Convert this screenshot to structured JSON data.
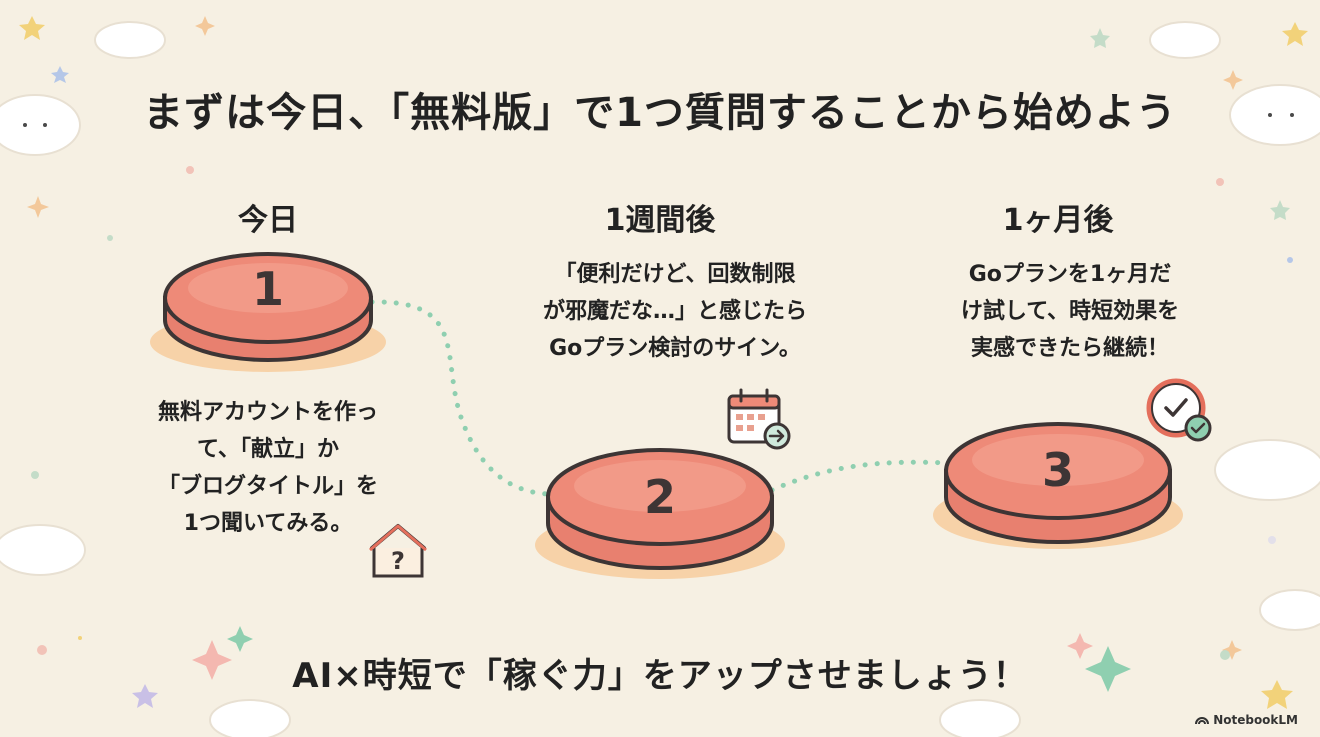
{
  "title": "まずは今日、「無料版」で1つ質問することから始めよう",
  "steps": [
    {
      "label": "今日",
      "number": "1",
      "description": [
        "無料アカウントを作っ",
        "て、「献立」か",
        "「ブログタイトル」を",
        "1つ聞いてみる。"
      ],
      "icon": "house-question-icon"
    },
    {
      "label": "1週間後",
      "number": "2",
      "description": [
        "「便利だけど、回数制限",
        "が邪魔だな…」と感じたら",
        "Goプラン検討のサイン。"
      ],
      "icon": "calendar-arrow-icon"
    },
    {
      "label": "1ヶ月後",
      "number": "3",
      "description": [
        "Goプランを1ヶ月だ",
        "け試して、時短効果を",
        "実感できたら継続！"
      ],
      "icon": "clock-check-icon"
    }
  ],
  "footer": "AI×時短で「稼ぐ力」をアップさせましょう！",
  "watermark": "NotebookLM",
  "colors": {
    "background": "#f6f0e3",
    "button": "#ee8a78",
    "button_outline": "#3d3535",
    "shadow": "#f7d2a8",
    "path_dots": "#8fcfb0"
  }
}
